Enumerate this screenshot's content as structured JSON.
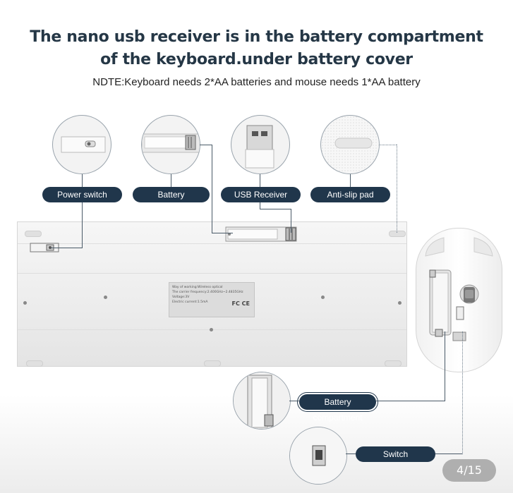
{
  "heading": {
    "line1": "The nano usb receiver is in the battery compartment",
    "line2": "of the keyboard.under battery cover"
  },
  "note": "NDTE:Keyboard needs 2*AA batteries and mouse needs 1*AA battery",
  "callouts": {
    "power_switch": "Power switch",
    "battery": "Battery",
    "usb_receiver": "USB Receiver",
    "anti_slip_pad": "Anti-slip pad",
    "battery_compartment": "Battery compartment",
    "switch": "Switch"
  },
  "label_plate": {
    "lines": [
      "Way of working:Wireless optical",
      "The carrier frequency:2.400GHz~2.4835GHz",
      "Voltage:3V",
      "Electric current:1.5mA"
    ],
    "marks": "FC CE"
  },
  "pagination": "4/15",
  "colors": {
    "title": "#253746",
    "pill": "#20364b"
  }
}
